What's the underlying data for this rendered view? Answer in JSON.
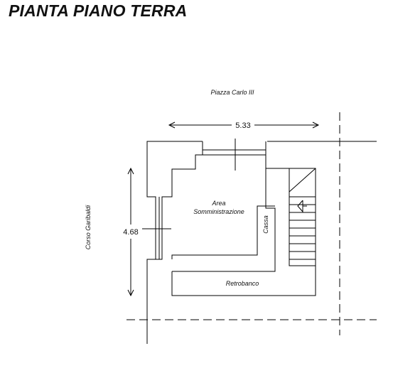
{
  "title": "PIANTA PIANO TERRA",
  "streets": {
    "north": "Piazza Carlo III",
    "west": "Corso Garibaldi"
  },
  "dimensions": {
    "width": "5.33",
    "height": "4.68"
  },
  "rooms": {
    "area_line1": "Area",
    "area_line2": "Somministrazione",
    "cassa": "Cassa",
    "retrobanco": "Retrobanco"
  }
}
